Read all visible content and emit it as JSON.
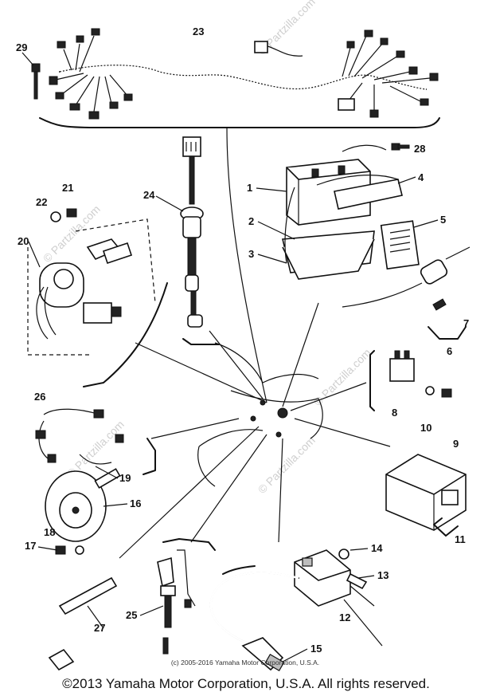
{
  "diagram": {
    "copyright_small": "(c) 2005-2016 Yamaha Motor Corporation, U.S.A.",
    "footer": "©2013 Yamaha Motor Corporation, U.S.A. All rights reserved.",
    "watermark": "© Partzilla.com",
    "callouts": {
      "c1": "1",
      "c2": "2",
      "c3": "3",
      "c4": "4",
      "c5": "5",
      "c6": "6",
      "c7": "7",
      "c8": "8",
      "c9": "9",
      "c10": "10",
      "c11": "11",
      "c12": "12",
      "c13": "13",
      "c14": "14",
      "c15": "15",
      "c16": "16",
      "c17": "17",
      "c18": "18",
      "c19": "19",
      "c20": "20",
      "c21": "21",
      "c22": "22",
      "c23": "23",
      "c24": "24",
      "c25": "25",
      "c26": "26",
      "c27": "27",
      "c28": "28",
      "c29": "29"
    }
  }
}
